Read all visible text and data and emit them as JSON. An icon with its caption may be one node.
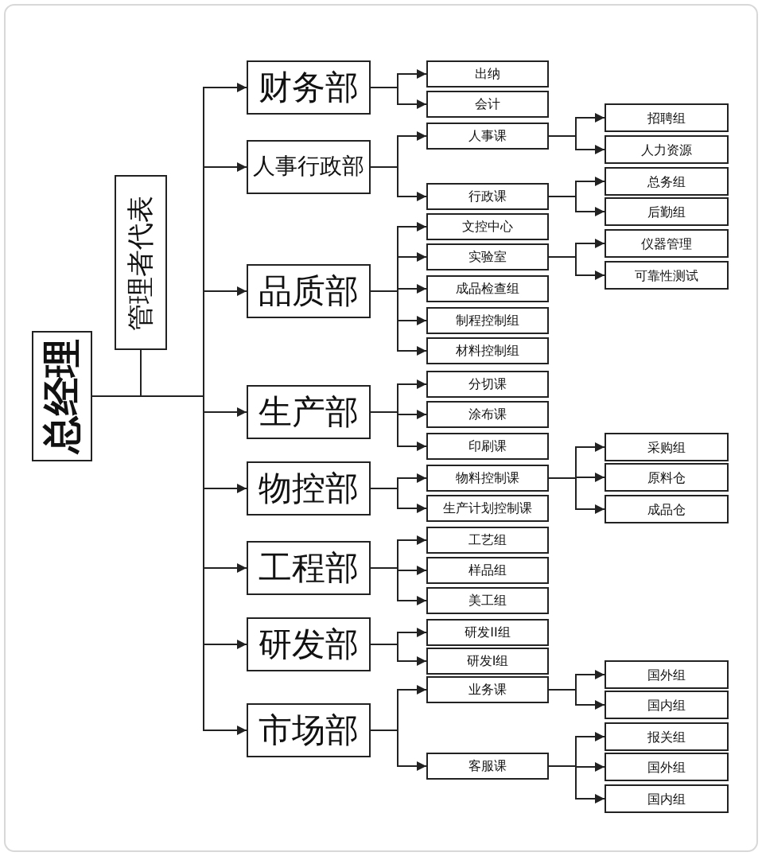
{
  "diagram": {
    "nodes": [
      {
        "text": [
          "总经理"
        ]
      },
      {
        "text": [
          "管理者代表"
        ]
      },
      {
        "text": [
          "财务部"
        ]
      },
      {
        "text": [
          "人事行政部"
        ]
      },
      {
        "text": [
          "品质部"
        ]
      },
      {
        "text": [
          "生产部"
        ]
      },
      {
        "text": [
          "物控部"
        ]
      },
      {
        "text": [
          "工程部"
        ]
      },
      {
        "text": [
          "研发部"
        ]
      },
      {
        "text": [
          "市场部"
        ]
      },
      {
        "text": [
          "出纳"
        ]
      },
      {
        "text": [
          "会计"
        ]
      },
      {
        "text": [
          "人事课"
        ]
      },
      {
        "text": [
          "行政课"
        ]
      },
      {
        "text": [
          "文控中心"
        ]
      },
      {
        "text": [
          "实验室"
        ]
      },
      {
        "text": [
          "成品检查组"
        ]
      },
      {
        "text": [
          "制程控制组"
        ]
      },
      {
        "text": [
          "材料控制组"
        ]
      },
      {
        "text": [
          "分切课"
        ]
      },
      {
        "text": [
          "涂布课"
        ]
      },
      {
        "text": [
          "印刷课"
        ]
      },
      {
        "text": [
          "物料控制课"
        ]
      },
      {
        "text": [
          "生产计划控制课"
        ]
      },
      {
        "text": [
          "工艺组"
        ]
      },
      {
        "text": [
          "样品组"
        ]
      },
      {
        "text": [
          "美工组"
        ]
      },
      {
        "text": [
          "研发II组"
        ]
      },
      {
        "text": [
          "研发I组"
        ]
      },
      {
        "text": [
          "业务课"
        ]
      },
      {
        "text": [
          "客服课"
        ]
      },
      {
        "text": [
          "招聘组"
        ]
      },
      {
        "text": [
          "人力资源"
        ]
      },
      {
        "text": [
          "总务组"
        ]
      },
      {
        "text": [
          "后勤组"
        ]
      },
      {
        "text": [
          "仪器管理"
        ]
      },
      {
        "text": [
          "可靠性测试"
        ]
      },
      {
        "text": [
          "采购组"
        ]
      },
      {
        "text": [
          "原料仓"
        ]
      },
      {
        "text": [
          "成品仓"
        ]
      },
      {
        "text": [
          "国外组"
        ]
      },
      {
        "text": [
          "国内组"
        ]
      },
      {
        "text": [
          "报关组"
        ]
      },
      {
        "text": [
          "国外组"
        ]
      },
      {
        "text": [
          "国内组"
        ]
      }
    ],
    "edges": [
      {
        "from": 0,
        "to": 1,
        "arrow": "none"
      },
      {
        "from": 0,
        "to": 2,
        "arrow": "to"
      },
      {
        "from": 0,
        "to": 3,
        "arrow": "to"
      },
      {
        "from": 0,
        "to": 4,
        "arrow": "to"
      },
      {
        "from": 0,
        "to": 5,
        "arrow": "to"
      },
      {
        "from": 0,
        "to": 6,
        "arrow": "to"
      },
      {
        "from": 0,
        "to": 7,
        "arrow": "to"
      },
      {
        "from": 0,
        "to": 8,
        "arrow": "to"
      },
      {
        "from": 0,
        "to": 9,
        "arrow": "to"
      },
      {
        "from": 2,
        "to": 10,
        "arrow": "to"
      },
      {
        "from": 2,
        "to": 11,
        "arrow": "to"
      },
      {
        "from": 3,
        "to": 12,
        "arrow": "to"
      },
      {
        "from": 3,
        "to": 13,
        "arrow": "to"
      },
      {
        "from": 4,
        "to": 14,
        "arrow": "to"
      },
      {
        "from": 4,
        "to": 15,
        "arrow": "to"
      },
      {
        "from": 4,
        "to": 16,
        "arrow": "to"
      },
      {
        "from": 4,
        "to": 17,
        "arrow": "to"
      },
      {
        "from": 4,
        "to": 18,
        "arrow": "to"
      },
      {
        "from": 5,
        "to": 19,
        "arrow": "to"
      },
      {
        "from": 5,
        "to": 20,
        "arrow": "to"
      },
      {
        "from": 5,
        "to": 21,
        "arrow": "to"
      },
      {
        "from": 6,
        "to": 22,
        "arrow": "to"
      },
      {
        "from": 6,
        "to": 23,
        "arrow": "to"
      },
      {
        "from": 7,
        "to": 24,
        "arrow": "to"
      },
      {
        "from": 7,
        "to": 25,
        "arrow": "to"
      },
      {
        "from": 7,
        "to": 26,
        "arrow": "to"
      },
      {
        "from": 8,
        "to": 27,
        "arrow": "to"
      },
      {
        "from": 8,
        "to": 28,
        "arrow": "to"
      },
      {
        "from": 9,
        "to": 29,
        "arrow": "to"
      },
      {
        "from": 9,
        "to": 30,
        "arrow": "to"
      },
      {
        "from": 12,
        "to": 31,
        "arrow": "to"
      },
      {
        "from": 12,
        "to": 32,
        "arrow": "to"
      },
      {
        "from": 13,
        "to": 33,
        "arrow": "to"
      },
      {
        "from": 13,
        "to": 34,
        "arrow": "to"
      },
      {
        "from": 15,
        "to": 35,
        "arrow": "to"
      },
      {
        "from": 15,
        "to": 36,
        "arrow": "to"
      },
      {
        "from": 22,
        "to": 37,
        "arrow": "to"
      },
      {
        "from": 22,
        "to": 38,
        "arrow": "to"
      },
      {
        "from": 22,
        "to": 39,
        "arrow": "to"
      },
      {
        "from": 29,
        "to": 40,
        "arrow": "to"
      },
      {
        "from": 29,
        "to": 41,
        "arrow": "to"
      },
      {
        "from": 30,
        "to": 42,
        "arrow": "to"
      },
      {
        "from": 30,
        "to": 43,
        "arrow": "to"
      },
      {
        "from": 30,
        "to": 44,
        "arrow": "to"
      }
    ]
  }
}
